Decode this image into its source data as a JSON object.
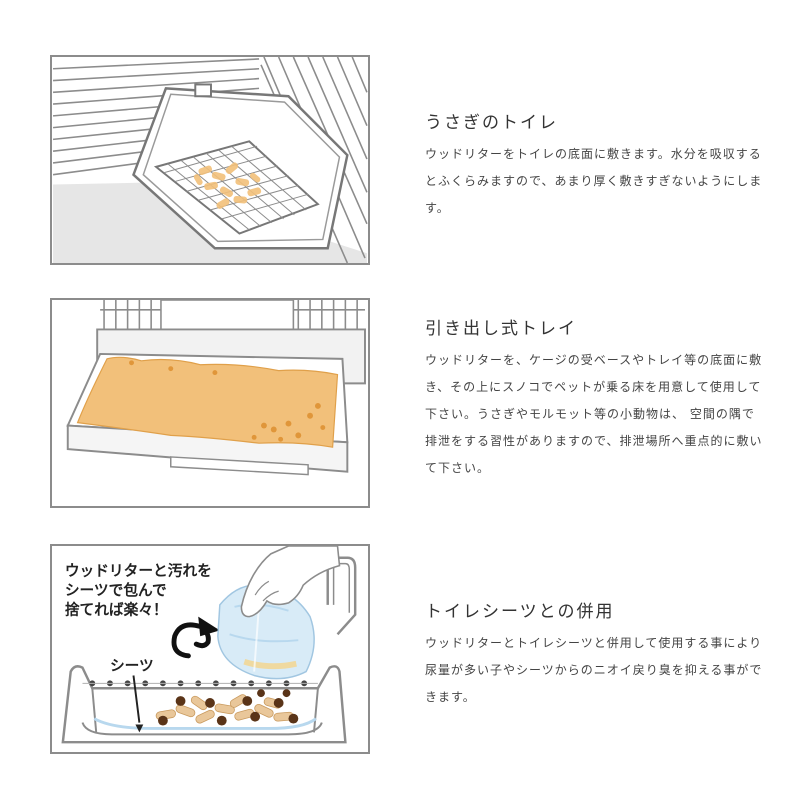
{
  "sections": [
    {
      "title": "うさぎのトイレ",
      "body": "ウッドリターをトイレの底面に敷きます。水分を吸収するとふくらみますので、あまり厚く敷きすぎないようにします。"
    },
    {
      "title": "引き出し式トレイ",
      "body": "ウッドリターを、ケージの受ベースやトレイ等の底面に敷き、その上にスノコでペットが乗る床を用意して使用して下さい。うさぎやモルモット等の小動物は、 空間の隅で排泄をする習性がありますので、排泄場所へ重点的に敷いて下さい。"
    },
    {
      "title": "トイレシーツとの併用",
      "body": "ウッドリターとトイレシーツと併用して使用する事により尿量が多い子やシーツからのニオイ戻り臭を抑える事ができます。"
    }
  ],
  "illustration3": {
    "callout_line1": "ウッドリターと汚れを",
    "callout_line2": "シーツで包んで",
    "callout_line3": "捨てれば楽々！",
    "sheet_label": "シーツ"
  },
  "colors": {
    "frame": "#8c8c8c",
    "litter": "#f2c07a",
    "pellet": "#e9c79a",
    "dark_pellet": "#5a3418"
  },
  "icons": [
    "rabbit-toilet-illustration",
    "pull-out-tray-illustration",
    "sheet-wrap-illustration",
    "curved-arrow-icon",
    "hand-icon"
  ]
}
